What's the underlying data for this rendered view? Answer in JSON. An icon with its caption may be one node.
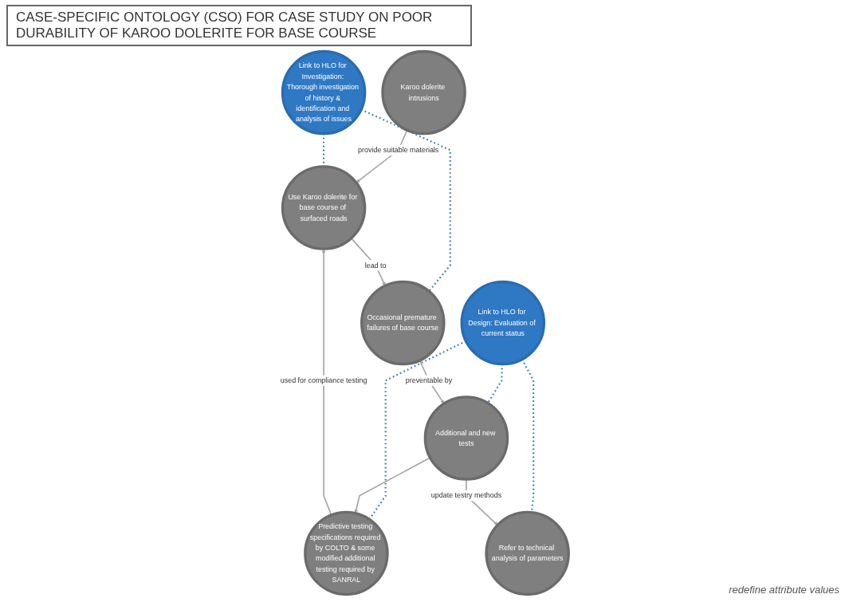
{
  "diagram": {
    "title": "CASE-SPECIFIC ONTOLOGY (CSO) FOR CASE STUDY ON POOR DURABILITY OF KAROO DOLERITE FOR BASE COURSE",
    "nodes": [
      {
        "text": [
          "Karoo dolerite intrusions"
        ]
      },
      {
        "text": [
          "Use Karoo dolerite for base course of surfaced roads"
        ]
      },
      {
        "text": [
          "Link to HLO for Investigation: Thorough investigation of history & identification and analysis of issues"
        ]
      },
      {
        "text": [
          "Occasional premature failures of base course"
        ]
      },
      {
        "text": [
          "Link to HLO for Design: Evaluation of current status"
        ]
      },
      {
        "text": [
          "Predictive testing specifications required by COLTO & some modified additional testing required by SANRAL"
        ]
      },
      {
        "text": [
          "Additional and new tests"
        ]
      },
      {
        "text": [
          "Refer to technical analysis of parameters"
        ]
      }
    ],
    "edges": [
      {
        "from": 0,
        "to": 1,
        "arrow": "to",
        "label": "provide suitable materials"
      },
      {
        "from": 2,
        "to": 1,
        "arrow": "none",
        "style": "dashed",
        "color": "#2f78c4"
      },
      {
        "from": 2,
        "to": 3,
        "arrow": "none",
        "style": "dashed",
        "color": "#2f78c4"
      },
      {
        "from": 1,
        "to": 3,
        "arrow": "to",
        "label": "lead to"
      },
      {
        "from": 5,
        "to": 1,
        "arrow": "to",
        "label": "used for compliance testing"
      },
      {
        "from": 4,
        "to": 5,
        "arrow": "none",
        "style": "dashed",
        "color": "#2f78c4"
      },
      {
        "from": 4,
        "to": 6,
        "arrow": "none",
        "style": "dashed",
        "color": "#2f78c4"
      },
      {
        "from": 4,
        "to": 7,
        "arrow": "none",
        "style": "dashed",
        "color": "#2f78c4"
      },
      {
        "from": 3,
        "to": 6,
        "arrow": "to",
        "label": "preventable by"
      },
      {
        "from": 6,
        "to": 5,
        "arrow": "to"
      },
      {
        "from": 6,
        "to": 7,
        "arrow": "to",
        "label": "update testry methods"
      }
    ],
    "labels": [
      "redefine attribute values"
    ]
  }
}
